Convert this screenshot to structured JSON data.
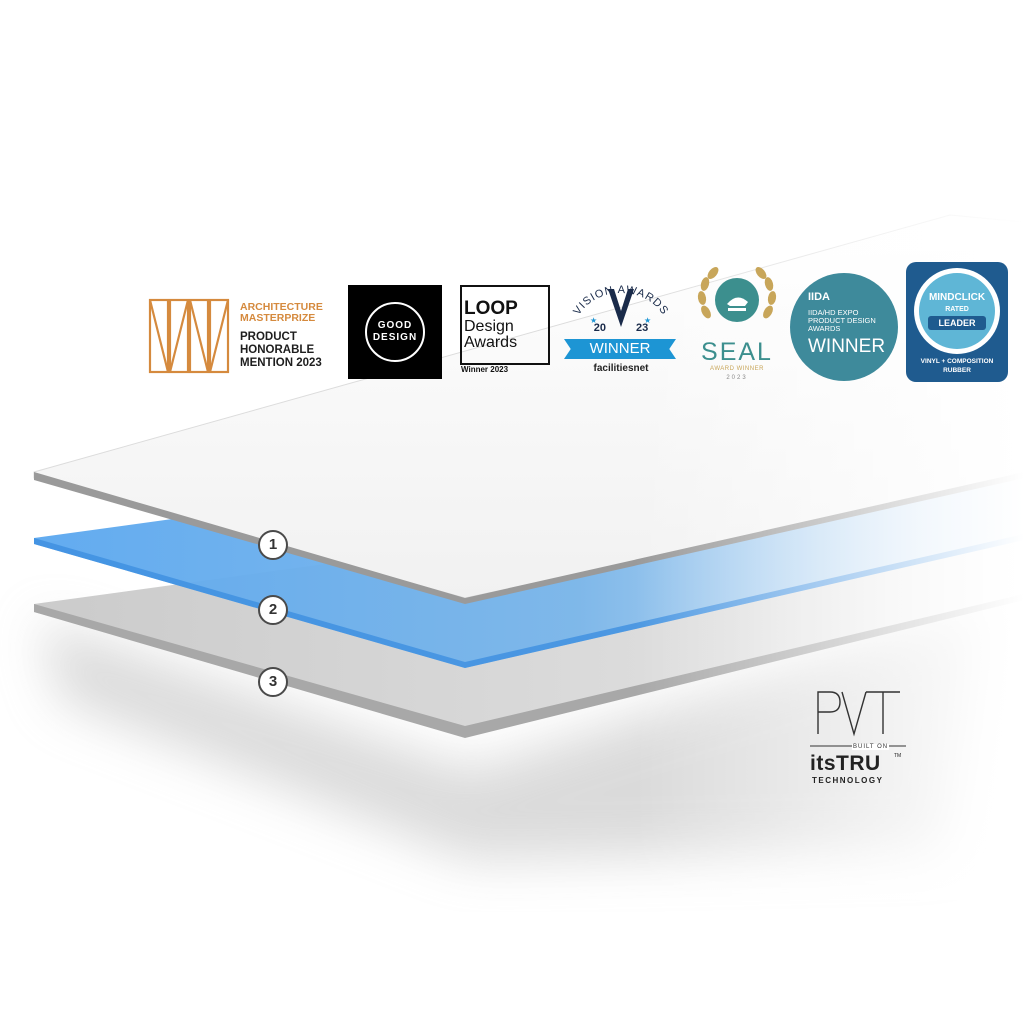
{
  "awards": {
    "architecture": {
      "line1": "ARCHITECTURE",
      "line2": "MASTERPRIZE",
      "line3": "PRODUCT",
      "line4": "HONORABLE",
      "line5": "MENTION 2023"
    },
    "good_design": {
      "line1": "GOOD",
      "line2": "DESIGN"
    },
    "loop": {
      "line1": "LOOP",
      "line2": "Design",
      "line3": "Awards",
      "line4": "Winner 2023"
    },
    "vision": {
      "arc": "VISION AWARDS",
      "year_left": "20",
      "year_right": "23",
      "ribbon": "WINNER",
      "publisher": "facilitiesnet"
    },
    "seal": {
      "word": "SEAL",
      "sub": "AWARD WINNER",
      "year": "2023"
    },
    "iida": {
      "line1": "IIDA",
      "line2": "IIDA/HD EXPO",
      "line3": "PRODUCT DESIGN",
      "line4": "AWARDS",
      "line5": "WINNER"
    },
    "mindclick": {
      "line1": "MINDCLICK",
      "line2": "RATED",
      "line3": "LEADER",
      "line4": "VINYL + COMPOSITION",
      "line5": "RUBBER"
    }
  },
  "layers": [
    {
      "number": "1",
      "color": "#f4f4f4"
    },
    {
      "number": "2",
      "color": "#6aaee8"
    },
    {
      "number": "3",
      "color": "#cfcfcf"
    }
  ],
  "branding": {
    "logo": "PVT",
    "built_on": "BUILT ON",
    "brand": "itsTRU",
    "trademark": "TM",
    "technology": "TECHNOLOGY"
  },
  "colors": {
    "masterprize": "#d58a3e",
    "teal": "#3e8a9b",
    "blue_layer": "#6aaee8",
    "navy": "#1f5b8f"
  }
}
